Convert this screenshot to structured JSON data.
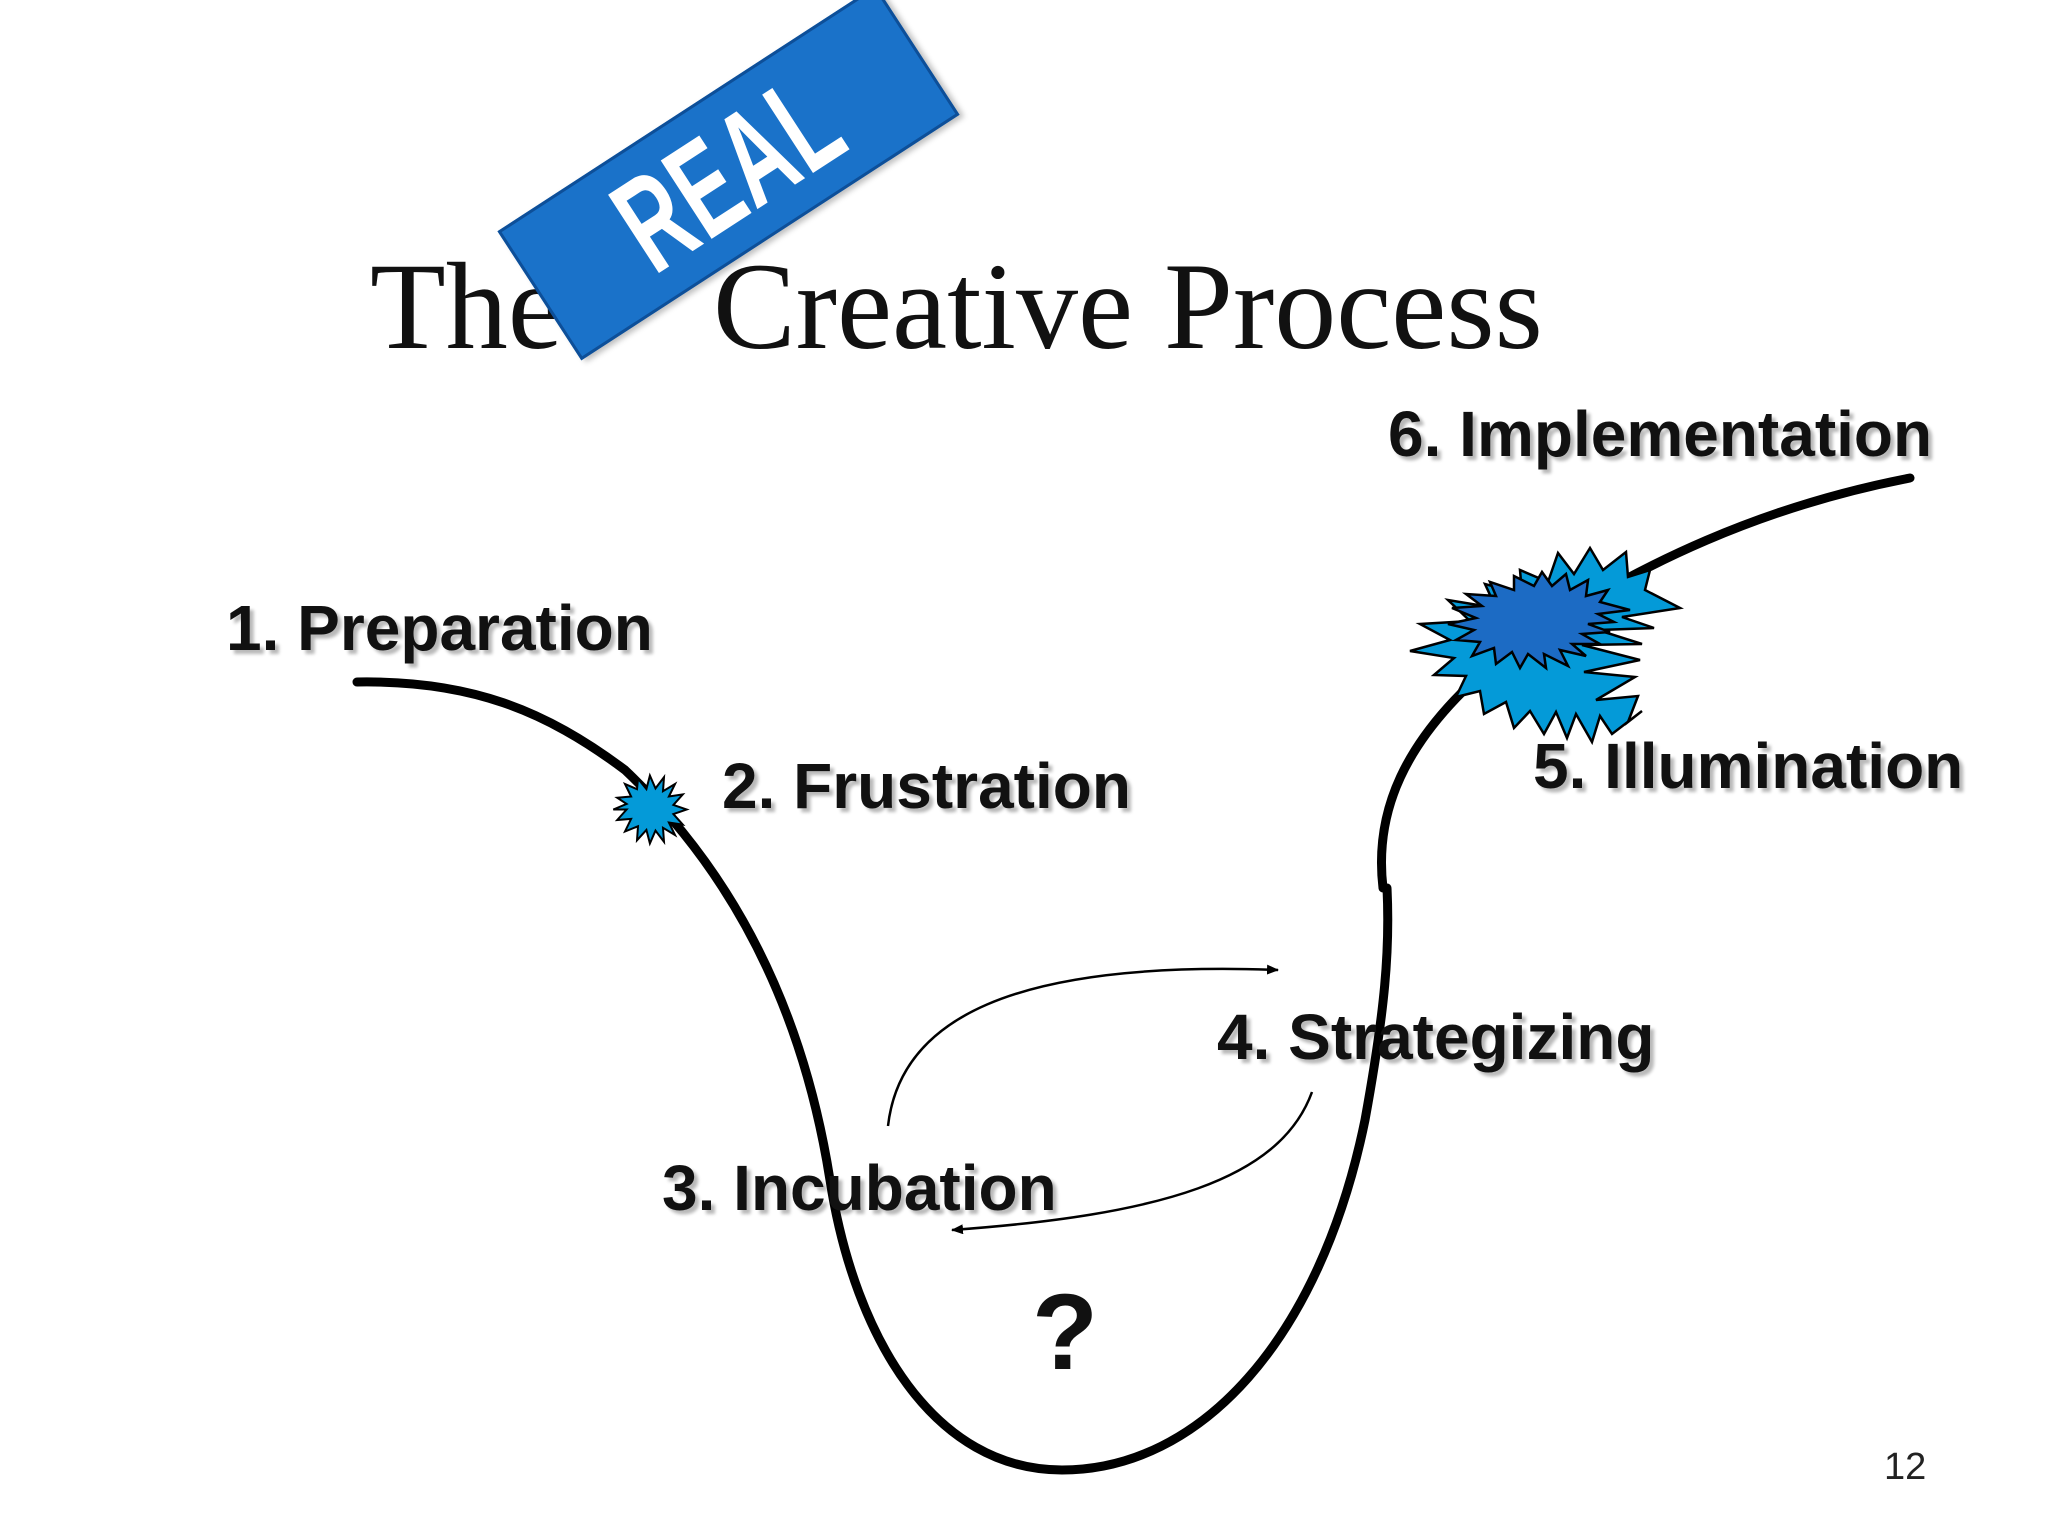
{
  "slide": {
    "title_before": "The",
    "title_after": "Creative Process",
    "stamp": "REAL",
    "page_number": "12"
  },
  "stages": [
    {
      "label": "1. Preparation"
    },
    {
      "label": "2. Frustration"
    },
    {
      "label": "3. Incubation"
    },
    {
      "label": "4. Strategizing"
    },
    {
      "label": "5. Illumination"
    },
    {
      "label": "6. Implementation"
    }
  ],
  "unknown_marker": "?",
  "colors": {
    "stamp_blue": "#1a72c9",
    "burst_light_blue": "#049ad8",
    "burst_dark_blue": "#1c6bc4",
    "curve": "#000000"
  }
}
